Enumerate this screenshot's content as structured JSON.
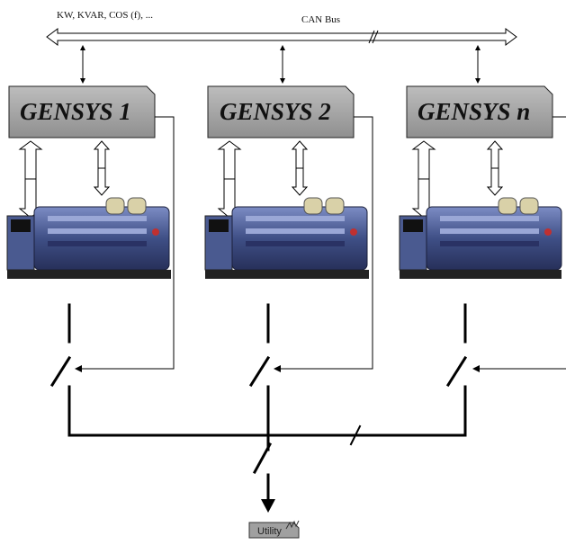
{
  "diagram": {
    "bus_label": "CAN Bus",
    "measurements_label": "KW, KVAR, COS (f), ...",
    "utility_label": "Utility",
    "controllers": [
      {
        "label": "GENSYS 1"
      },
      {
        "label": "GENSYS 2"
      },
      {
        "label": "GENSYS n"
      }
    ],
    "colors": {
      "box_fill": "#a6a6a6",
      "box_stroke": "#222222",
      "line": "#000000",
      "engine_blue": "#3f4f86",
      "engine_base": "#222222"
    }
  }
}
